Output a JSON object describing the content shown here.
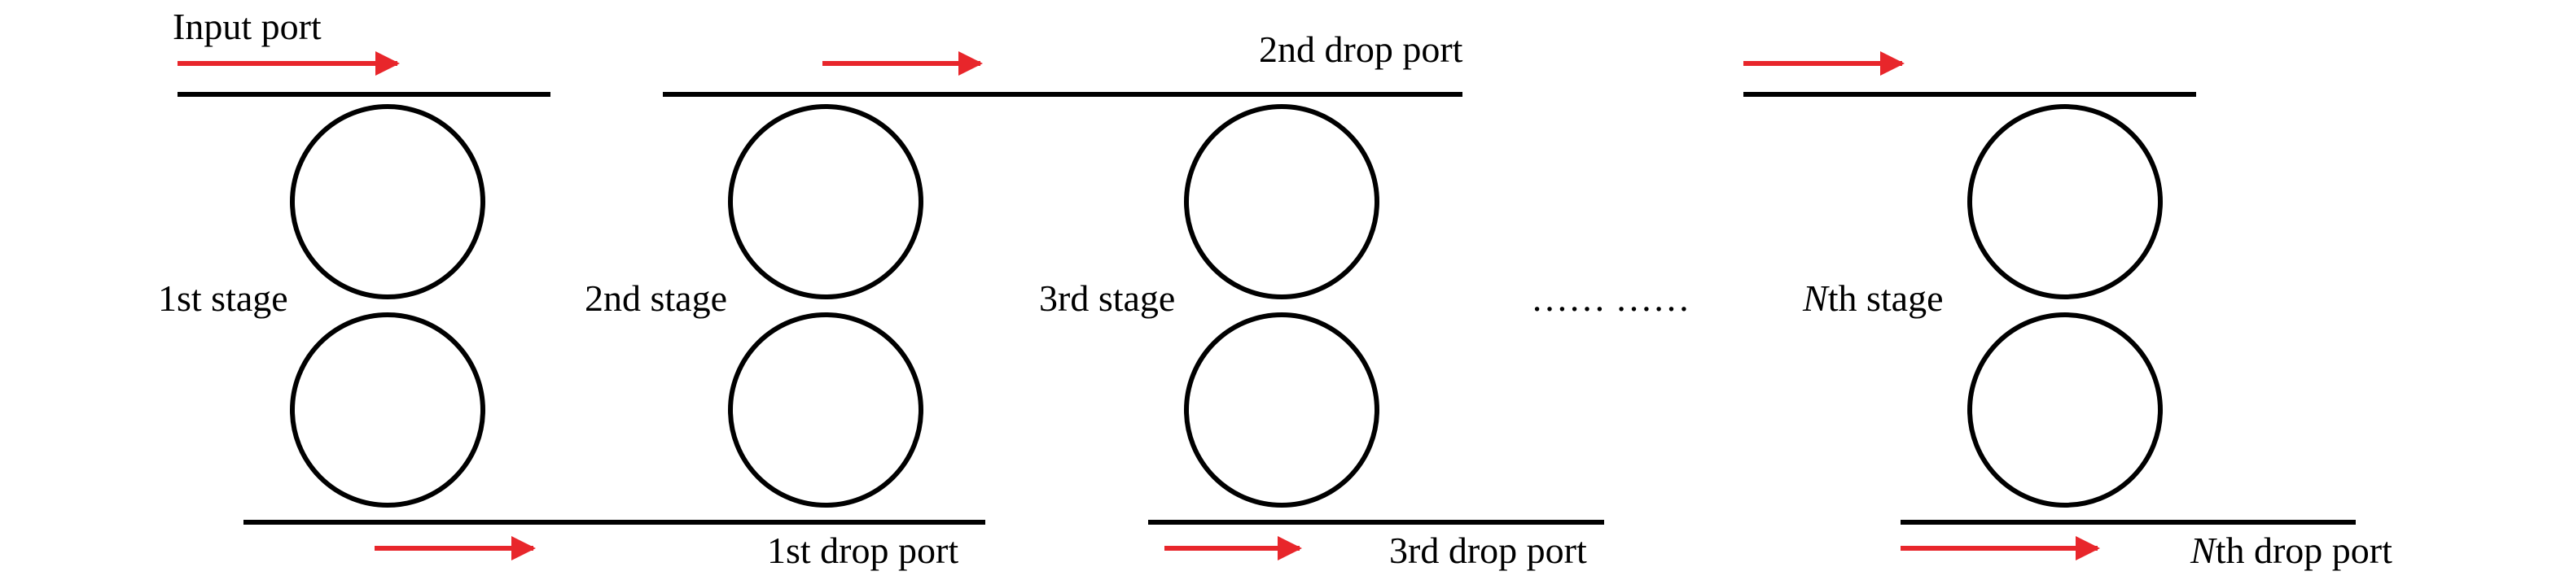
{
  "colors": {
    "waveguide": "#000000",
    "ring": "#000000",
    "signal_arrow": "#e8262b",
    "text": "#000000"
  },
  "labels": {
    "input_port": "Input port",
    "drop_port_2": "2nd drop port",
    "stage_1": "1st stage",
    "stage_2": "2nd stage",
    "stage_3": "3rd stage",
    "ellipsis": "…… ……",
    "stage_n_prefix": "N",
    "stage_n_suffix": "th stage",
    "drop_port_1": "1st drop port",
    "drop_port_3": "3rd drop port",
    "drop_port_n_prefix": "N",
    "drop_port_n_suffix": "th drop port"
  }
}
